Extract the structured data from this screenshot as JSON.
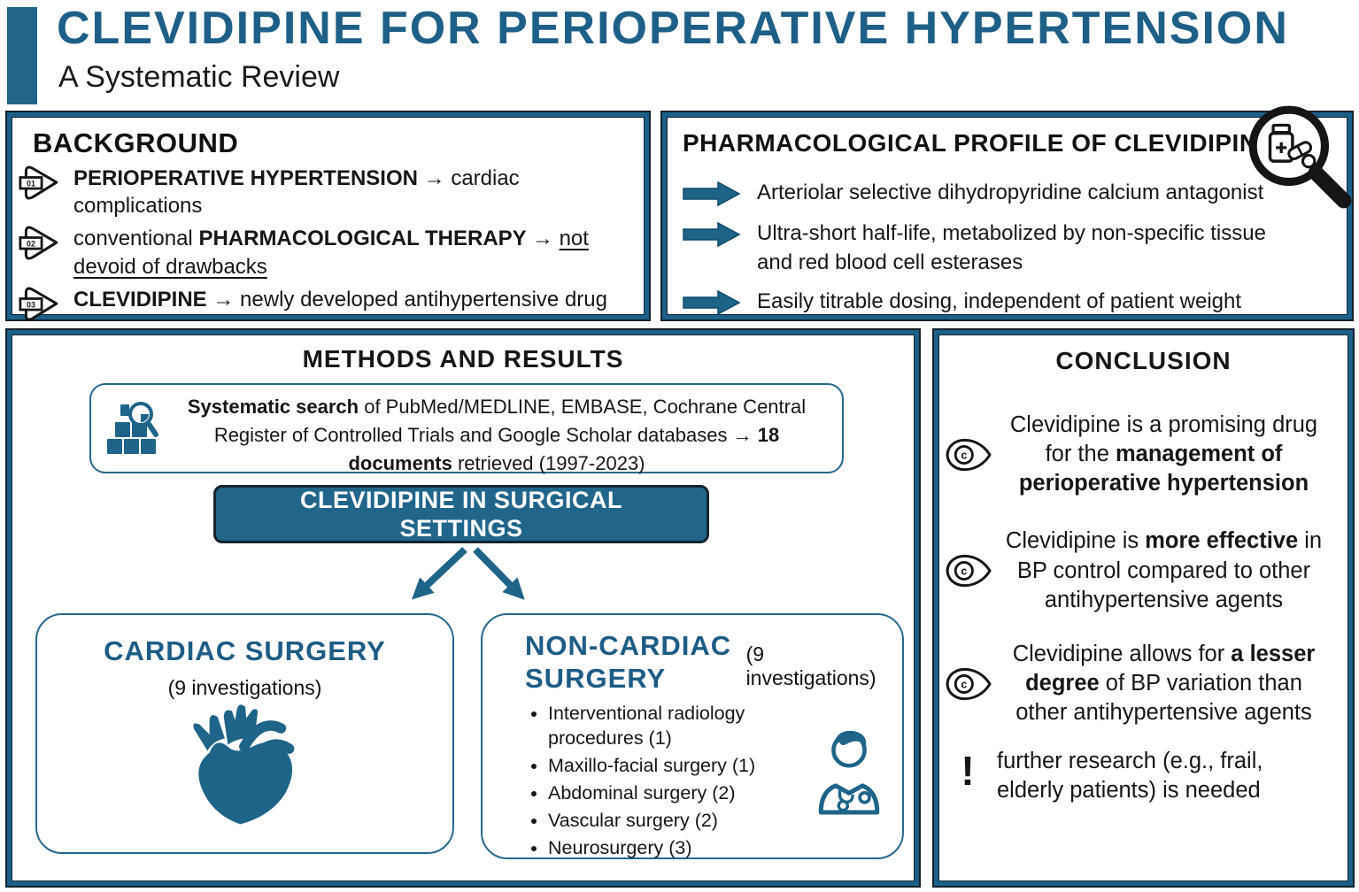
{
  "glyphs": {
    "arrow": "→",
    "bang": "!",
    "eye_c": "c"
  },
  "header": {
    "title": "CLEVIDIPINE FOR PERIOPERATIVE HYPERTENSION",
    "subtitle": "A Systematic Review"
  },
  "background": {
    "heading": "BACKGROUND",
    "items": [
      {
        "num": "01",
        "lead": "",
        "strong": "PERIOPERATIVE HYPERTENSION",
        "tail": "cardiac complications",
        "underline": ""
      },
      {
        "num": "02",
        "lead": "conventional ",
        "strong": "PHARMACOLOGICAL THERAPY",
        "tail": "",
        "underline": "not devoid of drawbacks"
      },
      {
        "num": "03",
        "lead": "",
        "strong": "CLEVIDIPINE",
        "tail": "newly developed antihypertensive drug",
        "underline": ""
      }
    ]
  },
  "pharma": {
    "heading": "PHARMACOLOGICAL PROFILE OF CLEVIDIPINE",
    "items": [
      "Arteriolar selective dihydropyridine calcium antagonist",
      "Ultra-short half-life, metabolized by non-specific tissue and red blood cell esterases",
      "Easily titrable dosing, independent of patient weight"
    ]
  },
  "methods": {
    "heading": "METHODS AND RESULTS",
    "search": {
      "s1": "Systematic search",
      "s2": " of PubMed/MEDLINE, EMBASE, Cochrane Central Register of Controlled Trials and Google Scholar databases → ",
      "s3": "18 documents",
      "s4": " retrieved (1997-2023)"
    },
    "cta": "CLEVIDIPINE IN SURGICAL SETTINGS",
    "cardiac": {
      "title": "CARDIAC SURGERY",
      "sub": "(9 investigations)"
    },
    "noncardiac": {
      "title": "NON-CARDIAC SURGERY",
      "sub": "(9 investigations)",
      "bullets": [
        "Interventional radiology procedures (1)",
        "Maxillo-facial surgery (1)",
        "Abdominal surgery (2)",
        "Vascular surgery (2)",
        "Neurosurgery (3)"
      ]
    }
  },
  "conclusion": {
    "heading": "CONCLUSION",
    "items": [
      {
        "pre": "Clevidipine is a promising drug for the ",
        "bold": "management of perioperative hypertension",
        "post": ""
      },
      {
        "pre": "Clevidipine is ",
        "bold": "more effective",
        "post": " in BP control compared to other antihypertensive agents"
      },
      {
        "pre": "Clevidipine allows for ",
        "bold": "a lesser degree",
        "post": " of BP variation than other antihypertensive agents"
      },
      {
        "pre": "further research (e.g., frail, elderly patients) is needed",
        "bold": "",
        "post": ""
      }
    ]
  }
}
